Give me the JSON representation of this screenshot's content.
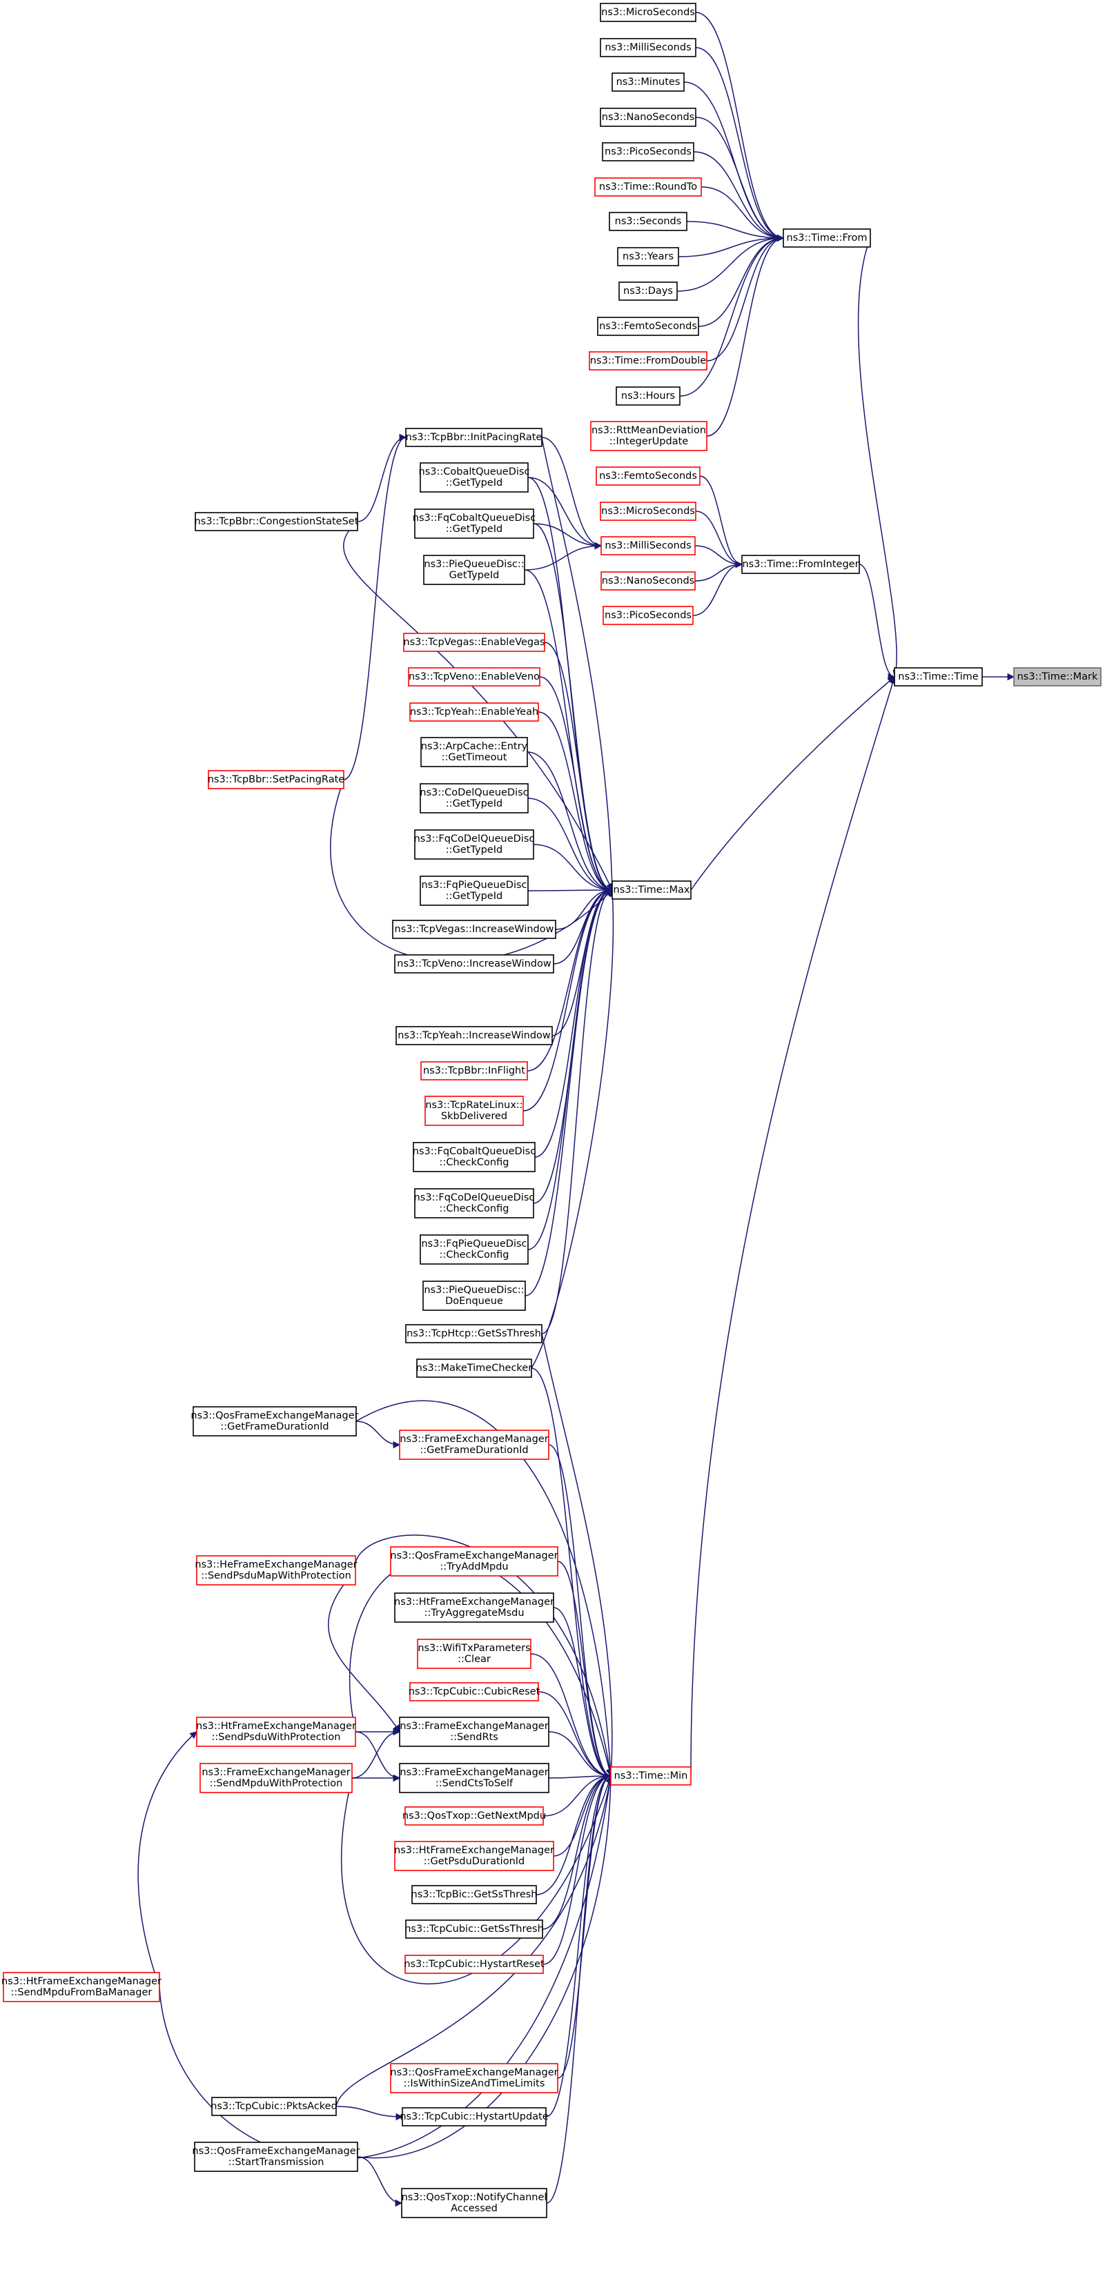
{
  "nodes": [
    {
      "id": "mark",
      "lines": [
        "ns3::Time::Mark"
      ],
      "color": "grey"
    },
    {
      "id": "time",
      "lines": [
        "ns3::Time::Time"
      ],
      "color": "black"
    },
    {
      "id": "from",
      "lines": [
        "ns3::Time::From"
      ],
      "color": "black"
    },
    {
      "id": "fromint",
      "lines": [
        "ns3::Time::FromInteger"
      ],
      "color": "black"
    },
    {
      "id": "max",
      "lines": [
        "ns3::Time::Max"
      ],
      "color": "black"
    },
    {
      "id": "min",
      "lines": [
        "ns3::Time::Min"
      ],
      "color": "red"
    },
    {
      "id": "micro",
      "lines": [
        "ns3::MicroSeconds"
      ],
      "color": "black"
    },
    {
      "id": "milli",
      "lines": [
        "ns3::MilliSeconds"
      ],
      "color": "black"
    },
    {
      "id": "minutes",
      "lines": [
        "ns3::Minutes"
      ],
      "color": "black"
    },
    {
      "id": "nano",
      "lines": [
        "ns3::NanoSeconds"
      ],
      "color": "black"
    },
    {
      "id": "pico",
      "lines": [
        "ns3::PicoSeconds"
      ],
      "color": "black"
    },
    {
      "id": "roundto",
      "lines": [
        "ns3::Time::RoundTo"
      ],
      "color": "red"
    },
    {
      "id": "seconds",
      "lines": [
        "ns3::Seconds"
      ],
      "color": "black"
    },
    {
      "id": "years",
      "lines": [
        "ns3::Years"
      ],
      "color": "black"
    },
    {
      "id": "days",
      "lines": [
        "ns3::Days"
      ],
      "color": "black"
    },
    {
      "id": "femto1",
      "lines": [
        "ns3::FemtoSeconds"
      ],
      "color": "black"
    },
    {
      "id": "fromdouble",
      "lines": [
        "ns3::Time::FromDouble"
      ],
      "color": "red"
    },
    {
      "id": "hours",
      "lines": [
        "ns3::Hours"
      ],
      "color": "black"
    },
    {
      "id": "rttmean",
      "lines": [
        "ns3::RttMeanDeviation",
        "::IntegerUpdate"
      ],
      "color": "red"
    },
    {
      "id": "femto2",
      "lines": [
        "ns3::FemtoSeconds"
      ],
      "color": "red"
    },
    {
      "id": "micro2",
      "lines": [
        "ns3::MicroSeconds"
      ],
      "color": "red"
    },
    {
      "id": "milli2",
      "lines": [
        "ns3::MilliSeconds"
      ],
      "color": "red"
    },
    {
      "id": "nano2",
      "lines": [
        "ns3::NanoSeconds"
      ],
      "color": "red"
    },
    {
      "id": "pico2",
      "lines": [
        "ns3::PicoSeconds"
      ],
      "color": "red"
    },
    {
      "id": "bbrinit",
      "lines": [
        "ns3::TcpBbr::InitPacingRate"
      ],
      "color": "black"
    },
    {
      "id": "cobalt",
      "lines": [
        "ns3::CobaltQueueDisc",
        "::GetTypeId"
      ],
      "color": "black"
    },
    {
      "id": "fqqueue",
      "lines": [
        "ns3::FqCobaltQueueDisc",
        "::GetTypeId"
      ],
      "color": "black"
    },
    {
      "id": "pietype",
      "lines": [
        "ns3::PieQueueDisc::",
        "GetTypeId"
      ],
      "color": "black"
    },
    {
      "id": "bbrcong",
      "lines": [
        "ns3::TcpBbr::CongestionStateSet"
      ],
      "color": "black"
    },
    {
      "id": "vegasen",
      "lines": [
        "ns3::TcpVegas::EnableVegas"
      ],
      "color": "red"
    },
    {
      "id": "venoen",
      "lines": [
        "ns3::TcpVeno::EnableVeno"
      ],
      "color": "red"
    },
    {
      "id": "yeahen",
      "lines": [
        "ns3::TcpYeah::EnableYeah"
      ],
      "color": "red"
    },
    {
      "id": "arpcache",
      "lines": [
        "ns3::ArpCache::Entry",
        "::GetTimeout"
      ],
      "color": "black"
    },
    {
      "id": "codel",
      "lines": [
        "ns3::CoDelQueueDisc",
        "::GetTypeId"
      ],
      "color": "black"
    },
    {
      "id": "fqcodel",
      "lines": [
        "ns3::FqCoDelQueueDisc",
        "::GetTypeId"
      ],
      "color": "black"
    },
    {
      "id": "fqpie",
      "lines": [
        "ns3::FqPieQueueDisc",
        "::GetTypeId"
      ],
      "color": "black"
    },
    {
      "id": "bbrset",
      "lines": [
        "ns3::TcpBbr::SetPacingRate"
      ],
      "color": "red"
    },
    {
      "id": "vegasinc",
      "lines": [
        "ns3::TcpVegas::IncreaseWindow"
      ],
      "color": "black"
    },
    {
      "id": "venoinc",
      "lines": [
        "ns3::TcpVeno::IncreaseWindow"
      ],
      "color": "black"
    },
    {
      "id": "yeahinc",
      "lines": [
        "ns3::TcpYeah::IncreaseWindow"
      ],
      "color": "black"
    },
    {
      "id": "bbrinflight",
      "lines": [
        "ns3::TcpBbr::InFlight"
      ],
      "color": "red"
    },
    {
      "id": "ratelinux",
      "lines": [
        "ns3::TcpRateLinux::",
        "SkbDelivered"
      ],
      "color": "red"
    },
    {
      "id": "fqcobaltcc",
      "lines": [
        "ns3::FqCobaltQueueDisc",
        "::CheckConfig"
      ],
      "color": "black"
    },
    {
      "id": "fqcodelcc",
      "lines": [
        "ns3::FqCoDelQueueDisc",
        "::CheckConfig"
      ],
      "color": "black"
    },
    {
      "id": "fqpiecc",
      "lines": [
        "ns3::FqPieQueueDisc",
        "::CheckConfig"
      ],
      "color": "black"
    },
    {
      "id": "pieenq",
      "lines": [
        "ns3::PieQueueDisc::",
        "DoEnqueue"
      ],
      "color": "black"
    },
    {
      "id": "htcp",
      "lines": [
        "ns3::TcpHtcp::GetSsThresh"
      ],
      "color": "black"
    },
    {
      "id": "maketc",
      "lines": [
        "ns3::MakeTimeChecker"
      ],
      "color": "black"
    },
    {
      "id": "qosgetfd",
      "lines": [
        "ns3::QosFrameExchangeManager",
        "::GetFrameDurationId"
      ],
      "color": "black"
    },
    {
      "id": "fegetfd",
      "lines": [
        "ns3::FrameExchangeManager",
        "::GetFrameDurationId"
      ],
      "color": "red"
    },
    {
      "id": "hesend",
      "lines": [
        "ns3::HeFrameExchangeManager",
        "::SendPsduMapWithProtection"
      ],
      "color": "red"
    },
    {
      "id": "qostry",
      "lines": [
        "ns3::QosFrameExchangeManager",
        "::TryAddMpdu"
      ],
      "color": "red"
    },
    {
      "id": "httry",
      "lines": [
        "ns3::HtFrameExchangeManager",
        "::TryAggregateMsdu"
      ],
      "color": "black"
    },
    {
      "id": "wifitx",
      "lines": [
        "ns3::WifiTxParameters",
        "::Clear"
      ],
      "color": "red"
    },
    {
      "id": "cubicreset",
      "lines": [
        "ns3::TcpCubic::CubicReset"
      ],
      "color": "red"
    },
    {
      "id": "htsendpsdu",
      "lines": [
        "ns3::HtFrameExchangeManager",
        "::SendPsduWithProtection"
      ],
      "color": "red"
    },
    {
      "id": "fesendrts",
      "lines": [
        "ns3::FrameExchangeManager",
        "::SendRts"
      ],
      "color": "black"
    },
    {
      "id": "fesendmpdu",
      "lines": [
        "ns3::FrameExchangeManager",
        "::SendMpduWithProtection"
      ],
      "color": "red"
    },
    {
      "id": "fesendcts",
      "lines": [
        "ns3::FrameExchangeManager",
        "::SendCtsToSelf"
      ],
      "color": "black"
    },
    {
      "id": "qosnext",
      "lines": [
        "ns3::QosTxop::GetNextMpdu"
      ],
      "color": "red"
    },
    {
      "id": "htgetpsdu",
      "lines": [
        "ns3::HtFrameExchangeManager",
        "::GetPsduDurationId"
      ],
      "color": "red"
    },
    {
      "id": "bicss",
      "lines": [
        "ns3::TcpBic::GetSsThresh"
      ],
      "color": "black"
    },
    {
      "id": "cubicss",
      "lines": [
        "ns3::TcpCubic::GetSsThresh"
      ],
      "color": "black"
    },
    {
      "id": "hystreset",
      "lines": [
        "ns3::TcpCubic::HystartReset"
      ],
      "color": "red"
    },
    {
      "id": "htsendba",
      "lines": [
        "ns3::HtFrameExchangeManager",
        "::SendMpduFromBaManager"
      ],
      "color": "red"
    },
    {
      "id": "qoswithin",
      "lines": [
        "ns3::QosFrameExchangeManager",
        "::IsWithinSizeAndTimeLimits"
      ],
      "color": "red"
    },
    {
      "id": "cubicpkts",
      "lines": [
        "ns3::TcpCubic::PktsAcked"
      ],
      "color": "black"
    },
    {
      "id": "hystupd",
      "lines": [
        "ns3::TcpCubic::HystartUpdate"
      ],
      "color": "black"
    },
    {
      "id": "qosstart",
      "lines": [
        "ns3::QosFrameExchangeManager",
        "::StartTransmission"
      ],
      "color": "black"
    },
    {
      "id": "qosnotify",
      "lines": [
        "ns3::QosTxop::NotifyChannel",
        "Accessed"
      ],
      "color": "black"
    }
  ],
  "edges": [
    [
      "time",
      "mark"
    ],
    [
      "from",
      "time"
    ],
    [
      "fromint",
      "time"
    ],
    [
      "max",
      "time"
    ],
    [
      "min",
      "time"
    ],
    [
      "micro",
      "from"
    ],
    [
      "milli",
      "from"
    ],
    [
      "minutes",
      "from"
    ],
    [
      "nano",
      "from"
    ],
    [
      "pico",
      "from"
    ],
    [
      "roundto",
      "from"
    ],
    [
      "seconds",
      "from"
    ],
    [
      "years",
      "from"
    ],
    [
      "days",
      "from"
    ],
    [
      "femto1",
      "from"
    ],
    [
      "fromdouble",
      "from"
    ],
    [
      "hours",
      "from"
    ],
    [
      "rttmean",
      "from"
    ],
    [
      "femto2",
      "fromint"
    ],
    [
      "micro2",
      "fromint"
    ],
    [
      "milli2",
      "fromint"
    ],
    [
      "nano2",
      "fromint"
    ],
    [
      "pico2",
      "fromint"
    ],
    [
      "bbrinit",
      "milli2"
    ],
    [
      "cobalt",
      "milli2"
    ],
    [
      "fqqueue",
      "milli2"
    ],
    [
      "pietype",
      "milli2"
    ],
    [
      "bbrcong",
      "bbrinit"
    ],
    [
      "bbrset",
      "bbrinit"
    ],
    [
      "bbrinit",
      "max"
    ],
    [
      "cobalt",
      "max"
    ],
    [
      "fqqueue",
      "max"
    ],
    [
      "pietype",
      "max"
    ],
    [
      "bbrcong",
      "max"
    ],
    [
      "vegasen",
      "max"
    ],
    [
      "venoen",
      "max"
    ],
    [
      "yeahen",
      "max"
    ],
    [
      "arpcache",
      "max"
    ],
    [
      "codel",
      "max"
    ],
    [
      "fqcodel",
      "max"
    ],
    [
      "fqpie",
      "max"
    ],
    [
      "bbrset",
      "max"
    ],
    [
      "vegasinc",
      "max"
    ],
    [
      "venoinc",
      "max"
    ],
    [
      "yeahinc",
      "max"
    ],
    [
      "bbrinflight",
      "max"
    ],
    [
      "ratelinux",
      "max"
    ],
    [
      "fqcobaltcc",
      "max"
    ],
    [
      "fqcodelcc",
      "max"
    ],
    [
      "fqpiecc",
      "max"
    ],
    [
      "pieenq",
      "max"
    ],
    [
      "htcp",
      "max"
    ],
    [
      "maketc",
      "max"
    ],
    [
      "htcp",
      "min"
    ],
    [
      "maketc",
      "min"
    ],
    [
      "qosgetfd",
      "min"
    ],
    [
      "fegetfd",
      "min"
    ],
    [
      "hesend",
      "min"
    ],
    [
      "qostry",
      "min"
    ],
    [
      "httry",
      "min"
    ],
    [
      "wifitx",
      "min"
    ],
    [
      "cubicreset",
      "min"
    ],
    [
      "htsendpsdu",
      "min"
    ],
    [
      "fesendrts",
      "min"
    ],
    [
      "fesendmpdu",
      "min"
    ],
    [
      "fesendcts",
      "min"
    ],
    [
      "qosnext",
      "min"
    ],
    [
      "htgetpsdu",
      "min"
    ],
    [
      "bicss",
      "min"
    ],
    [
      "cubicss",
      "min"
    ],
    [
      "hystreset",
      "min"
    ],
    [
      "htsendba",
      "min"
    ],
    [
      "qoswithin",
      "min"
    ],
    [
      "cubicpkts",
      "min"
    ],
    [
      "hystupd",
      "min"
    ],
    [
      "qosstart",
      "min"
    ],
    [
      "qosnotify",
      "min"
    ],
    [
      "qosgetfd",
      "fegetfd"
    ],
    [
      "hesend",
      "fesendrts"
    ],
    [
      "htsendpsdu",
      "fesendrts"
    ],
    [
      "htsendpsdu",
      "fesendcts"
    ],
    [
      "fesendmpdu",
      "fesendrts"
    ],
    [
      "fesendmpdu",
      "fesendcts"
    ],
    [
      "htsendba",
      "htsendpsdu"
    ],
    [
      "cubicpkts",
      "hystupd"
    ],
    [
      "qosstart",
      "qosnotify"
    ]
  ]
}
